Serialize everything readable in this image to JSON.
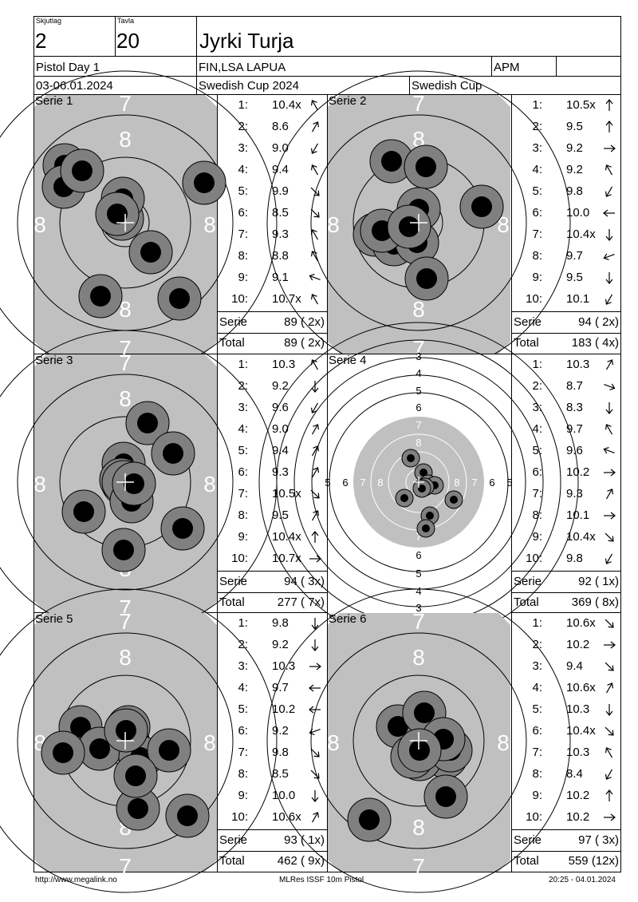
{
  "header": {
    "skjutlag_label": "Skjutlag",
    "skjutlag": "2",
    "tavla_label": "Tavla",
    "tavla": "20",
    "shooter": "Jyrki Turja",
    "event": "Pistol Day 1",
    "club": "FIN,LSA LAPUA",
    "class": "APM",
    "extra": "",
    "dates": "03-06.01.2024",
    "competition": "Swedish Cup 2024",
    "series_name": "Swedish Cup"
  },
  "series": [
    {
      "title": "Serie 1",
      "shots": [
        {
          "n": "1:",
          "v": "10.4x",
          "d": "up-left"
        },
        {
          "n": "2:",
          "v": "8.6",
          "d": "up-right"
        },
        {
          "n": "3:",
          "v": "9.0",
          "d": "down-left"
        },
        {
          "n": "4:",
          "v": "9.4",
          "d": "up-left"
        },
        {
          "n": "5:",
          "v": "9.9",
          "d": "down-right"
        },
        {
          "n": "6:",
          "v": "8.5",
          "d": "down-right"
        },
        {
          "n": "7:",
          "v": "9.3",
          "d": "up-left"
        },
        {
          "n": "8:",
          "v": "8.8",
          "d": "up-left"
        },
        {
          "n": "9:",
          "v": "9.1",
          "d": "left-up"
        },
        {
          "n": "10:",
          "v": "10.7x",
          "d": "up-left"
        }
      ],
      "serie_label": "Serie",
      "serie_total": "89 ( 2x)",
      "total_label": "Total",
      "total": "89 ( 2x)"
    },
    {
      "title": "Serie 2",
      "shots": [
        {
          "n": "1:",
          "v": "10.5x",
          "d": "up"
        },
        {
          "n": "2:",
          "v": "9.5",
          "d": "up"
        },
        {
          "n": "3:",
          "v": "9.2",
          "d": "right"
        },
        {
          "n": "4:",
          "v": "9.2",
          "d": "up-left"
        },
        {
          "n": "5:",
          "v": "9.8",
          "d": "down-left"
        },
        {
          "n": "6:",
          "v": "10.0",
          "d": "left"
        },
        {
          "n": "7:",
          "v": "10.4x",
          "d": "down"
        },
        {
          "n": "8:",
          "v": "9.7",
          "d": "left-down"
        },
        {
          "n": "9:",
          "v": "9.5",
          "d": "down"
        },
        {
          "n": "10:",
          "v": "10.1",
          "d": "down-left"
        }
      ],
      "serie_label": "Serie",
      "serie_total": "94 ( 2x)",
      "total_label": "Total",
      "total": "183 ( 4x)"
    },
    {
      "title": "Serie 3",
      "shots": [
        {
          "n": "1:",
          "v": "10.3",
          "d": "up-left"
        },
        {
          "n": "2:",
          "v": "9.2",
          "d": "down"
        },
        {
          "n": "3:",
          "v": "9.6",
          "d": "down-left"
        },
        {
          "n": "4:",
          "v": "9.0",
          "d": "up-right"
        },
        {
          "n": "5:",
          "v": "9.4",
          "d": "up-right"
        },
        {
          "n": "6:",
          "v": "9.3",
          "d": "up-right"
        },
        {
          "n": "7:",
          "v": "10.5x",
          "d": "down-right"
        },
        {
          "n": "8:",
          "v": "9.5",
          "d": "up-right"
        },
        {
          "n": "9:",
          "v": "10.4x",
          "d": "up"
        },
        {
          "n": "10:",
          "v": "10.7x",
          "d": "right"
        }
      ],
      "serie_label": "Serie",
      "serie_total": "94 ( 3x)",
      "total_label": "Total",
      "total": "277 ( 7x)"
    },
    {
      "title": "Serie 4",
      "shots": [
        {
          "n": "1:",
          "v": "10.3",
          "d": "up-right"
        },
        {
          "n": "2:",
          "v": "8.7",
          "d": "right-down"
        },
        {
          "n": "3:",
          "v": "8.3",
          "d": "down"
        },
        {
          "n": "4:",
          "v": "9.7",
          "d": "up-left"
        },
        {
          "n": "5:",
          "v": "9.6",
          "d": "left-up"
        },
        {
          "n": "6:",
          "v": "10.2",
          "d": "right"
        },
        {
          "n": "7:",
          "v": "9.3",
          "d": "up-right"
        },
        {
          "n": "8:",
          "v": "10.1",
          "d": "right"
        },
        {
          "n": "9:",
          "v": "10.4x",
          "d": "down-right"
        },
        {
          "n": "10:",
          "v": "9.8",
          "d": "down-left"
        }
      ],
      "serie_label": "Serie",
      "serie_total": "92 ( 1x)",
      "total_label": "Total",
      "total": "369 ( 8x)"
    },
    {
      "title": "Serie 5",
      "shots": [
        {
          "n": "1:",
          "v": "9.8",
          "d": "down"
        },
        {
          "n": "2:",
          "v": "9.2",
          "d": "down"
        },
        {
          "n": "3:",
          "v": "10.3",
          "d": "right"
        },
        {
          "n": "4:",
          "v": "9.7",
          "d": "left"
        },
        {
          "n": "5:",
          "v": "10.2",
          "d": "left"
        },
        {
          "n": "6:",
          "v": "9.2",
          "d": "left-down"
        },
        {
          "n": "7:",
          "v": "9.8",
          "d": "down-right"
        },
        {
          "n": "8:",
          "v": "8.5",
          "d": "down-right"
        },
        {
          "n": "9:",
          "v": "10.0",
          "d": "down"
        },
        {
          "n": "10:",
          "v": "10.6x",
          "d": "up-right"
        }
      ],
      "serie_label": "Serie",
      "serie_total": "93 ( 1x)",
      "total_label": "Total",
      "total": "462 ( 9x)"
    },
    {
      "title": "Serie 6",
      "shots": [
        {
          "n": "1:",
          "v": "10.6x",
          "d": "down-right"
        },
        {
          "n": "2:",
          "v": "10.2",
          "d": "right"
        },
        {
          "n": "3:",
          "v": "9.4",
          "d": "down-right"
        },
        {
          "n": "4:",
          "v": "10.6x",
          "d": "up-right"
        },
        {
          "n": "5:",
          "v": "10.3",
          "d": "down"
        },
        {
          "n": "6:",
          "v": "10.4x",
          "d": "down-right"
        },
        {
          "n": "7:",
          "v": "10.3",
          "d": "up-left"
        },
        {
          "n": "8:",
          "v": "8.4",
          "d": "down-left"
        },
        {
          "n": "9:",
          "v": "10.2",
          "d": "up"
        },
        {
          "n": "10:",
          "v": "10.2",
          "d": "right"
        }
      ],
      "serie_label": "Serie",
      "serie_total": "97 ( 3x)",
      "total_label": "Total",
      "total": "559 (12x)"
    }
  ],
  "target_labels": {
    "zoom": {
      "top": [
        "7",
        "8"
      ],
      "bottom": [
        "8",
        "7"
      ],
      "side": "8"
    },
    "overview": {
      "top": [
        "3",
        "4",
        "5",
        "6",
        "7",
        "8"
      ],
      "bottom": [
        "7",
        "6",
        "5",
        "4",
        "3"
      ],
      "left": [
        "5",
        "6",
        "7",
        "8"
      ],
      "right": [
        "8",
        "7",
        "6",
        "5"
      ]
    }
  },
  "footer": {
    "left": "http://www.megalink.no",
    "center": "MLRes ISSF 10m Pistol",
    "right": "20:25 - 04.01.2024"
  },
  "colors": {
    "target_gray": "#c0c0c0",
    "hole_ring": "#808080",
    "hole_core": "#000000",
    "line": "#000000"
  }
}
